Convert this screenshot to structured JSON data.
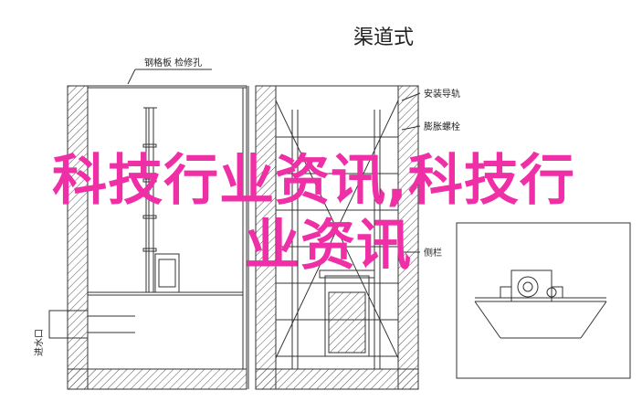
{
  "diagram": {
    "title": "渠道式",
    "labels": {
      "steel_plate": "钢格板 检修孔",
      "guide_rail": "安装导轨",
      "expansion_bolt": "膨胀螺栓",
      "side_rail": "侧栏",
      "inlet": "进水口"
    }
  },
  "overlay": {
    "line1": "科技行业资讯,科技行",
    "line2": "业资讯"
  },
  "colors": {
    "line": "#333333",
    "hatch": "#555555",
    "overlay_text": "#ef2fa6"
  }
}
